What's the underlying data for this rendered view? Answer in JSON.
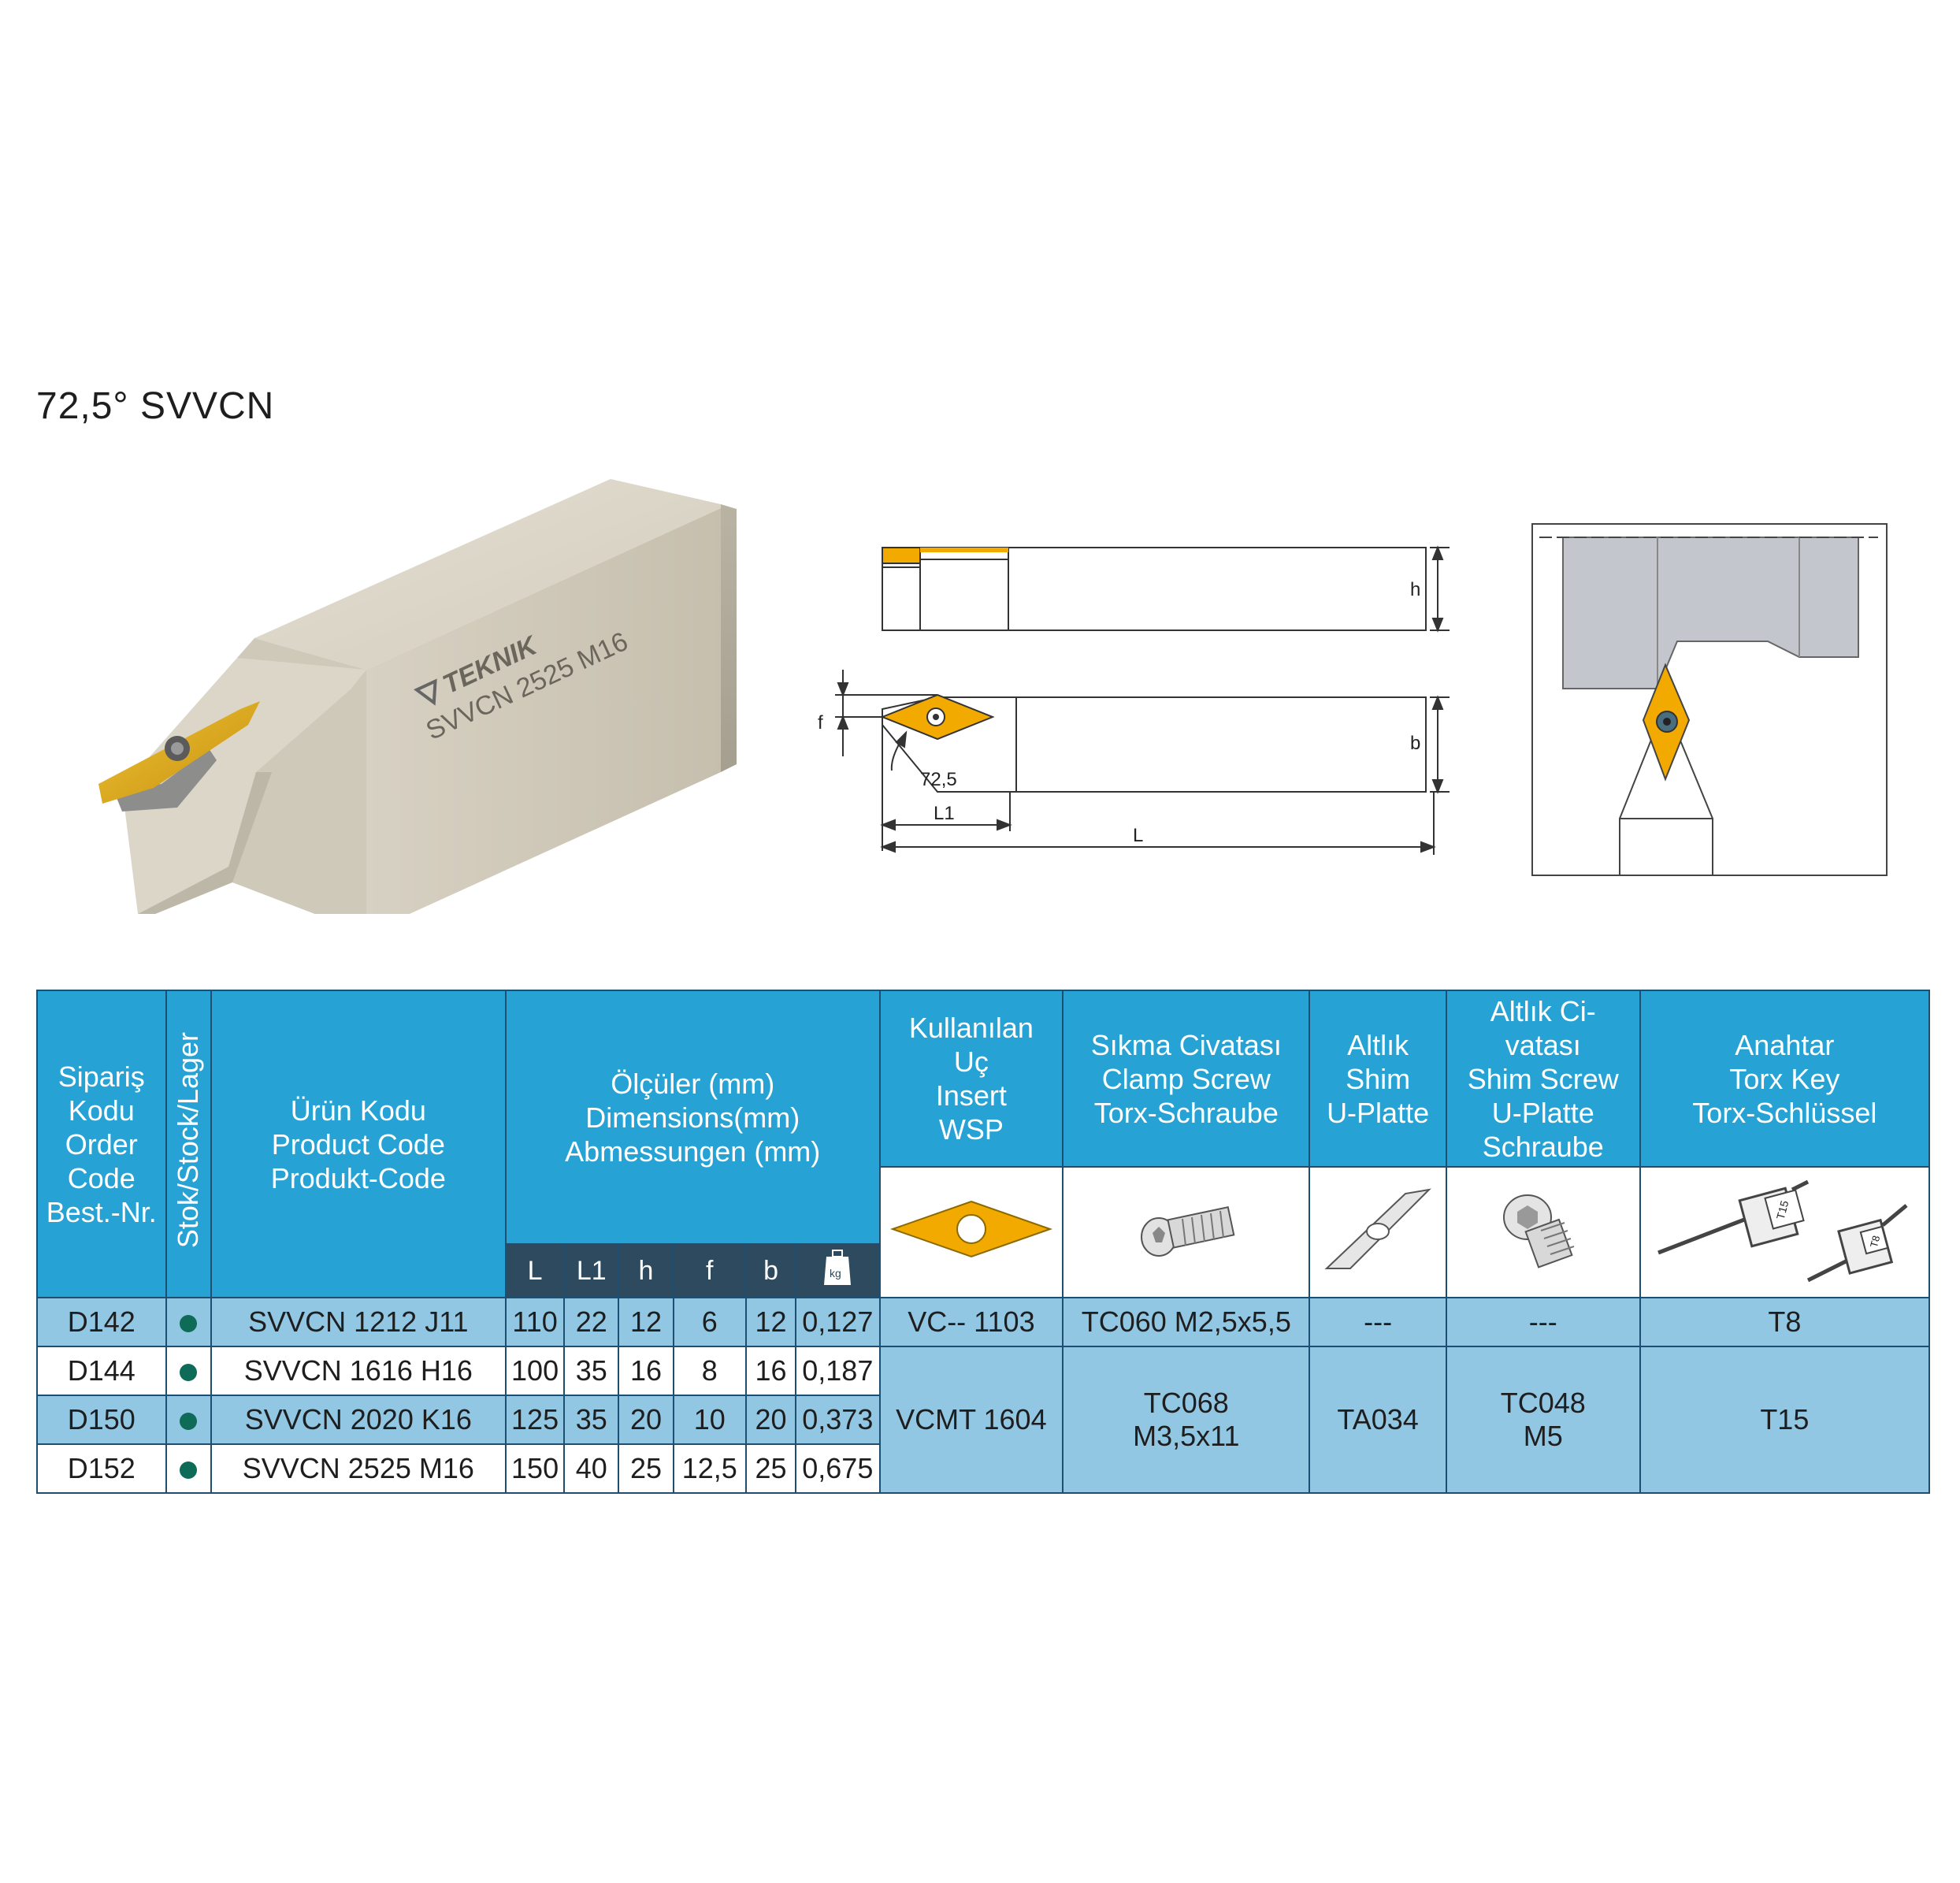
{
  "title": "72,5° SVVCN",
  "tool_photo": {
    "marking_brand": "TEKNIK",
    "marking_code": "SVVCN 2525 M16"
  },
  "drawing": {
    "dims": {
      "h": "h",
      "b": "b",
      "f": "f",
      "angle": "72,5",
      "L1": "L1",
      "L": "L"
    }
  },
  "table": {
    "headers": {
      "order": [
        "Sipariş",
        "Kodu",
        "Order",
        "Code",
        "Best.-Nr."
      ],
      "stock": "Stok/Stock/Lager",
      "product": [
        "Ürün Kodu",
        "Product Code",
        "Produkt-Code"
      ],
      "dims": [
        "Ölçüler (mm)",
        "Dimensions(mm)",
        "Abmessungen (mm)"
      ],
      "insert": [
        "Kullanılan",
        "Uç",
        "Insert",
        "WSP"
      ],
      "clamp": [
        "Sıkma Civatası",
        "Clamp Screw",
        "Torx-Schraube"
      ],
      "shim": [
        "Altlık",
        "Shim",
        "U-Platte"
      ],
      "shim_screw": [
        "Altlık  Ci-",
        "vatası",
        "Shim Screw",
        "U-Platte",
        "Schraube"
      ],
      "key": [
        "Anahtar",
        "Torx Key",
        "Torx-Schlüssel"
      ]
    },
    "dim_cols": [
      "L",
      "L1",
      "h",
      "f",
      "b"
    ],
    "weight_icon": {
      "name": "weight-kg-icon",
      "text": "kg"
    },
    "rows": [
      {
        "order": "D142",
        "product": "SVVCN 1212 J11",
        "L": "110",
        "L1": "22",
        "h": "12",
        "f": "6",
        "b": "12",
        "kg": "0,127"
      },
      {
        "order": "D144",
        "product": "SVVCN 1616 H16",
        "L": "100",
        "L1": "35",
        "h": "16",
        "f": "8",
        "b": "16",
        "kg": "0,187"
      },
      {
        "order": "D150",
        "product": "SVVCN 2020 K16",
        "L": "125",
        "L1": "35",
        "h": "20",
        "f": "10",
        "b": "20",
        "kg": "0,373"
      },
      {
        "order": "D152",
        "product": "SVVCN 2525 M16",
        "L": "150",
        "L1": "40",
        "h": "25",
        "f": "12,5",
        "b": "25",
        "kg": "0,675"
      }
    ],
    "parts_group1": {
      "insert": "VC-- 1103",
      "clamp": "TC060 M2,5x5,5",
      "shim": "---",
      "shim_screw": "---",
      "key": "T8"
    },
    "parts_group2": {
      "insert": "VCMT 1604",
      "clamp": [
        "TC068",
        "M3,5x11"
      ],
      "shim": "TA034",
      "shim_screw": [
        "TC048",
        "M5"
      ],
      "key": "T15"
    },
    "key_icon_labels": [
      "T15",
      "T8"
    ]
  },
  "colors": {
    "header_blue": "#26a3d4",
    "sub_header": "#2d4a5e",
    "row_blue": "#92c7e4",
    "insert_gold": "#f2a900",
    "stock_dot": "#0e6b57"
  }
}
